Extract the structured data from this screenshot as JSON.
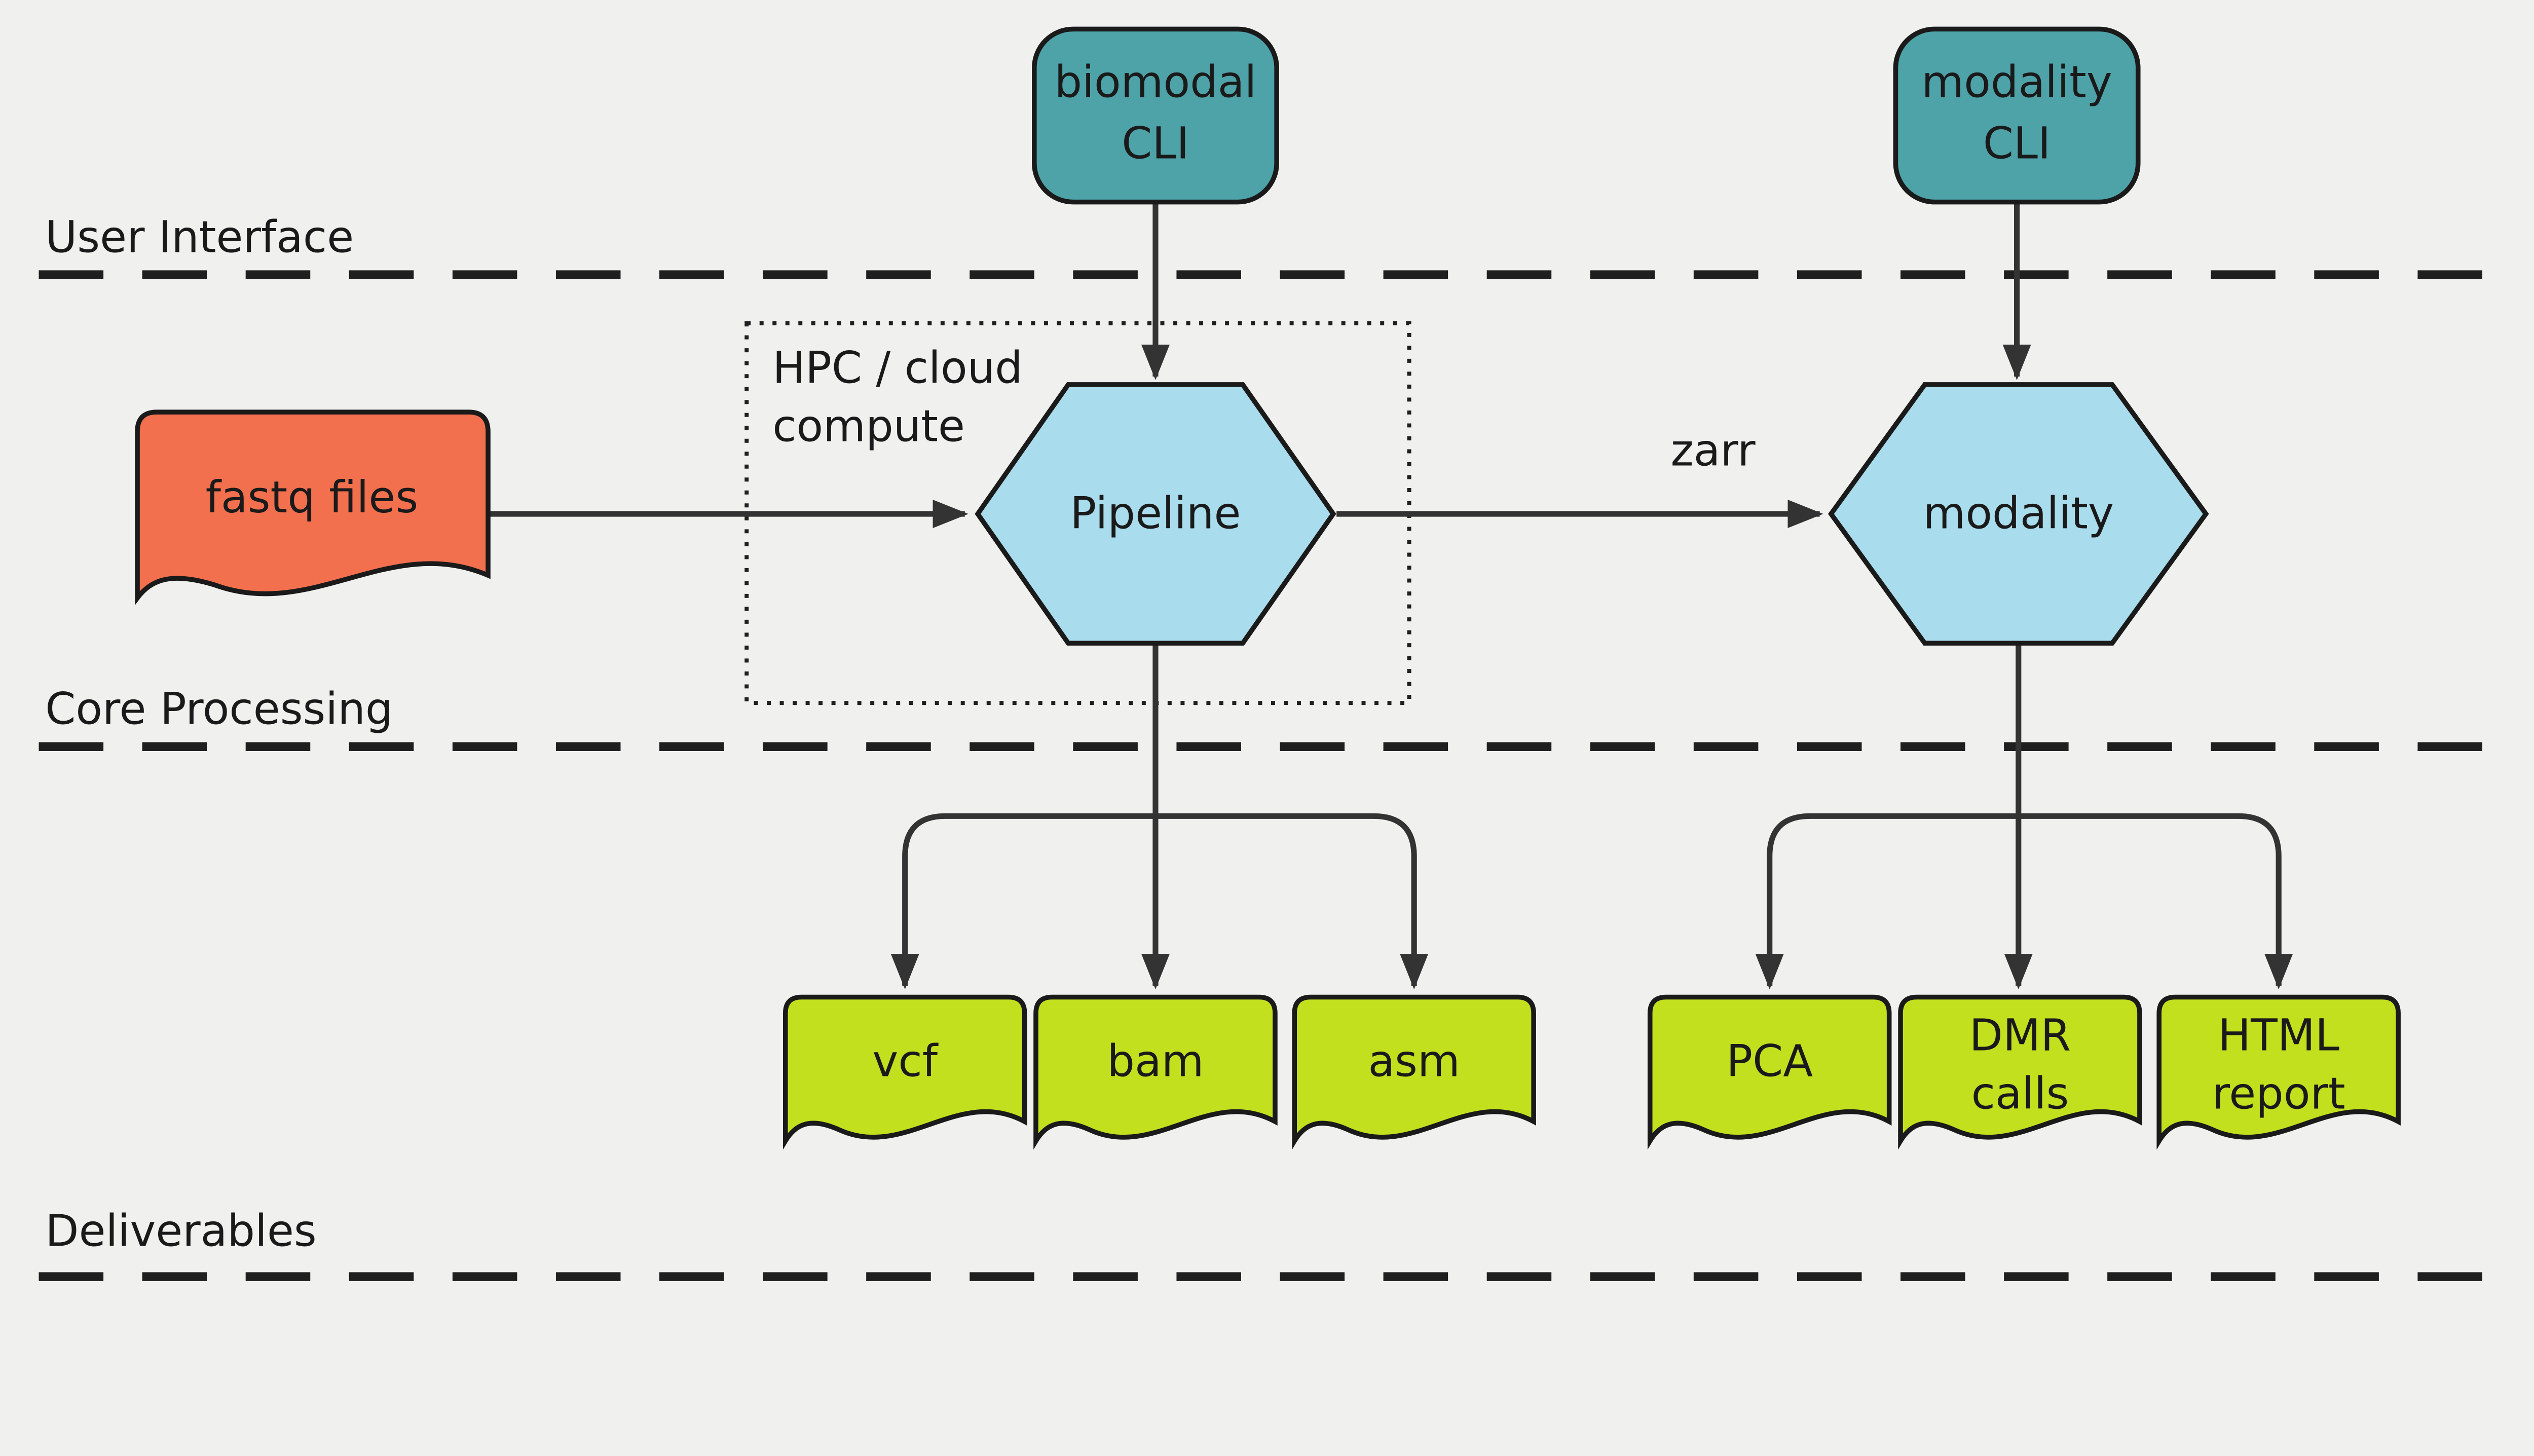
{
  "diagram": {
    "sections": {
      "user_interface": "User Interface",
      "core_processing": "Core Processing",
      "deliverables": "Deliverables"
    },
    "nodes": {
      "biomodal_cli": {
        "line1": "biomodal",
        "line2": "CLI"
      },
      "modality_cli": {
        "line1": "modality",
        "line2": "CLI"
      },
      "fastq_files": {
        "label": "fastq files"
      },
      "hpc_group": {
        "line1": "HPC / cloud",
        "line2": "compute"
      },
      "pipeline": {
        "label": "Pipeline"
      },
      "modality": {
        "label": "modality"
      },
      "vcf": {
        "label": "vcf"
      },
      "bam": {
        "label": "bam"
      },
      "asm": {
        "label": "asm"
      },
      "pca": {
        "label": "PCA"
      },
      "dmr_calls": {
        "line1": "DMR",
        "line2": "calls"
      },
      "html_report": {
        "line1": "HTML",
        "line2": "report"
      }
    },
    "edge_labels": {
      "zarr": "zarr"
    },
    "colors": {
      "background": "#f0f0ee",
      "cli_fill": "#4ea3a9",
      "process_fill": "#a9dced",
      "input_fill": "#f3704e",
      "output_fill": "#c3e01f",
      "stroke": "#1a1a1a",
      "arrow": "#333333"
    }
  }
}
